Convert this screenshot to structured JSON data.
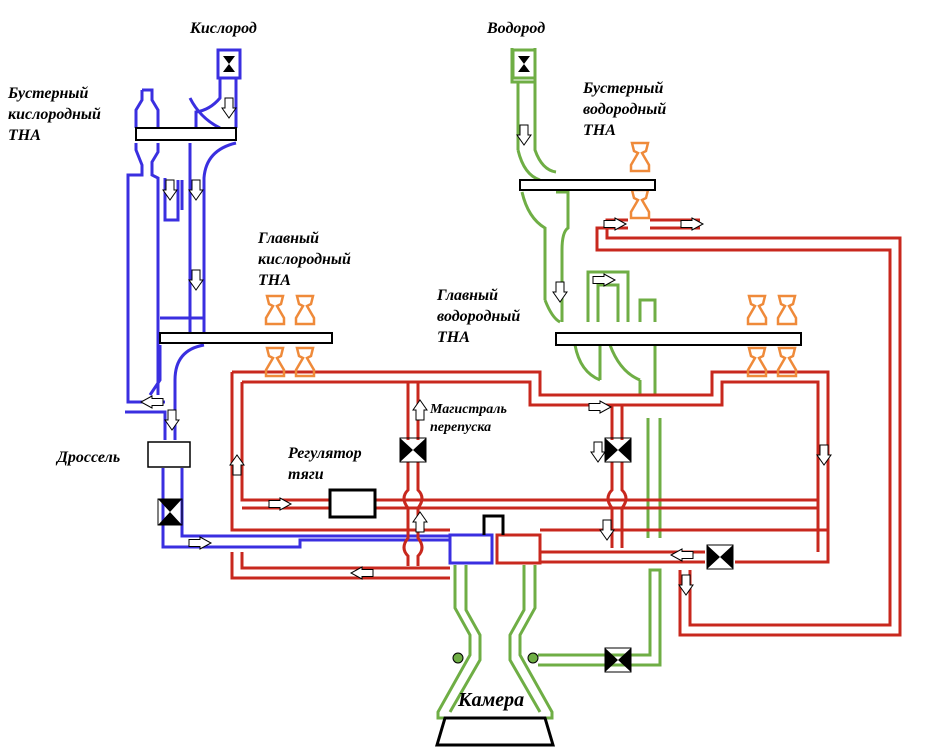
{
  "labels": {
    "oxygen": "Кислород",
    "hydrogen": "Водород",
    "booster_ox": [
      "Бустерный",
      "кислородный",
      "ТНА"
    ],
    "booster_h2": [
      "Бустерный",
      "водородный",
      "ТНА"
    ],
    "main_ox": [
      "Главный",
      "кислородный",
      "ТНА"
    ],
    "main_h2": [
      "Главный",
      "водородный",
      "ТНА"
    ],
    "bypass": [
      "Магистраль",
      "перепуска"
    ],
    "regulator": [
      "Регулятор",
      "тяги"
    ],
    "throttle": "Дроссель",
    "chamber": "Камера"
  },
  "colors": {
    "oxygen_line": "#3a2fe0",
    "hydrogen_line": "#6fae45",
    "gas_line": "#c8281e",
    "turbine": "#ef8a3a"
  },
  "icons": [
    "valve-icon",
    "flow-arrow-icon"
  ]
}
